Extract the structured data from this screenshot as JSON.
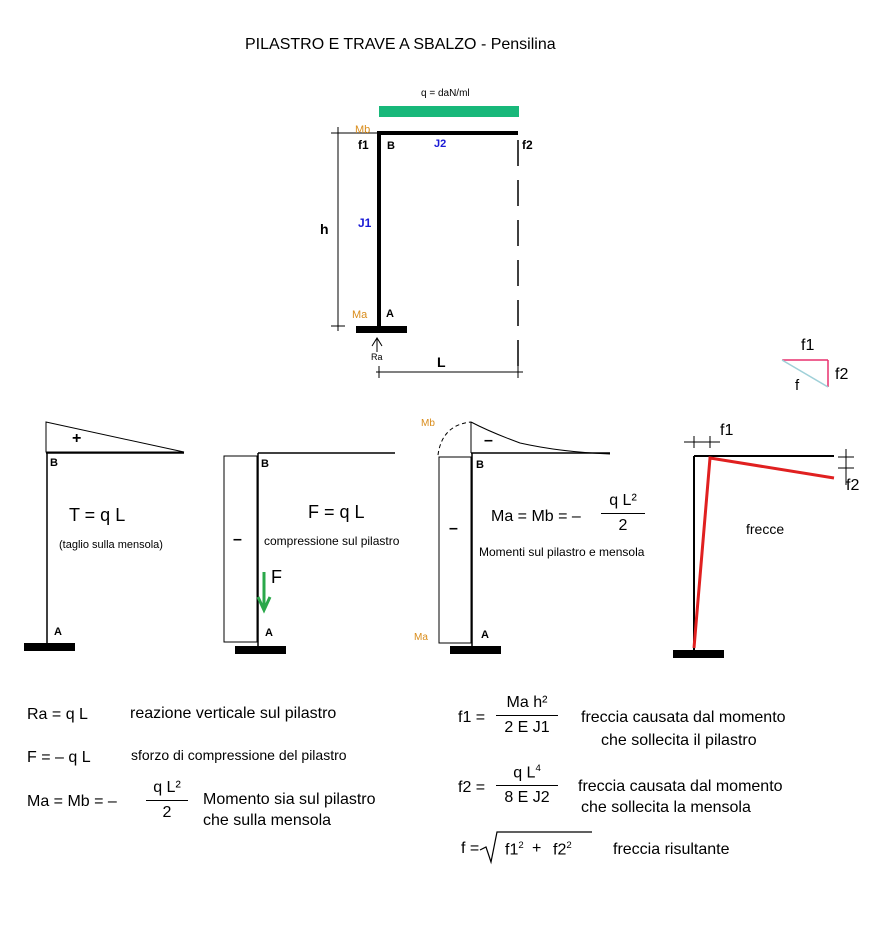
{
  "title": "PILASTRO E TRAVE A SBALZO - Pensilina",
  "main_diagram": {
    "load": "q = daN/ml",
    "mb": "Mb",
    "ma": "Ma",
    "f1": "f1",
    "f2": "f2",
    "b": "B",
    "a": "A",
    "j1": "J1",
    "j2": "J2",
    "h": "h",
    "l": "L",
    "ra": "Ra",
    "load_color": "#18b87a"
  },
  "triangle": {
    "f1": "f1",
    "f2": "f2",
    "f": "f"
  },
  "panel_shear": {
    "sign": "+",
    "b": "B",
    "a": "A",
    "formula": "T = q L",
    "note": "(taglio sulla mensola)"
  },
  "panel_compression": {
    "sign": "–",
    "b": "B",
    "a": "A",
    "formula": "F = q L",
    "note": "compressione sul pilastro",
    "force": "F",
    "arrow_color": "#2aa84a"
  },
  "panel_moment": {
    "mb": "Mb",
    "ma": "Ma",
    "sign_top": "–",
    "sign_col": "–",
    "b": "B",
    "a": "A",
    "formula_left": "Ma = Mb = –",
    "formula_num": "q L²",
    "formula_den": "2",
    "note": "Momenti sul pilastro e mensola"
  },
  "panel_deflection": {
    "f1": "f1",
    "f2": "f2",
    "label": "frecce",
    "deflect_color": "#e02020"
  },
  "equations": {
    "ra_lhs": "Ra = q L",
    "ra_desc": "reazione verticale sul pilastro",
    "f_lhs": "F = – q L",
    "f_desc": "sforzo di compressione del pilastro",
    "m_lhs": "Ma = Mb = –",
    "m_num": "q L²",
    "m_den": "2",
    "m_desc1": "Momento sia sul pilastro",
    "m_desc2": "che sulla mensola",
    "f1_lhs": "f1 =",
    "f1_num": "Ma  h²",
    "f1_den": "2 E J1",
    "f1_desc1": "freccia causata dal momento",
    "f1_desc2": "che sollecita il pilastro",
    "f2_lhs": "f2 =",
    "f2_num_a": "q  L",
    "f2_num_exp": "4",
    "f2_den": "8 E J2",
    "f2_desc1": "freccia causata dal momento",
    "f2_desc2": "che sollecita la mensola",
    "fr_lhs": "f =",
    "fr_term1": "f1",
    "fr_exp1": "2",
    "fr_plus": "+",
    "fr_term2": "f2",
    "fr_exp2": "2",
    "fr_desc": "freccia risultante"
  }
}
